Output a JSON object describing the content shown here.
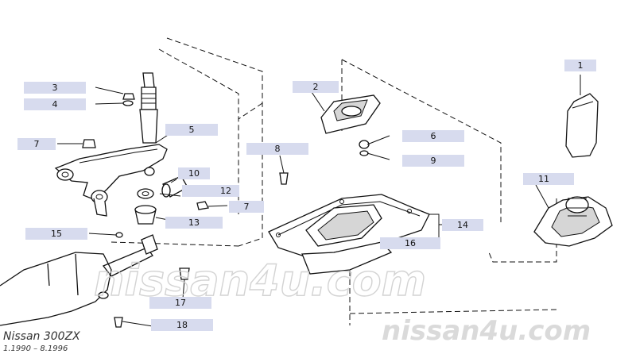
{
  "diagram": {
    "callouts": [
      {
        "id": "c1",
        "number": "1"
      },
      {
        "id": "c2",
        "number": "2"
      },
      {
        "id": "c3",
        "number": "3"
      },
      {
        "id": "c4",
        "number": "4"
      },
      {
        "id": "c5",
        "number": "5"
      },
      {
        "id": "c6",
        "number": "6"
      },
      {
        "id": "c7a",
        "number": "7"
      },
      {
        "id": "c7b",
        "number": "7"
      },
      {
        "id": "c8",
        "number": "8"
      },
      {
        "id": "c9",
        "number": "9"
      },
      {
        "id": "c10",
        "number": "10"
      },
      {
        "id": "c11",
        "number": "11"
      },
      {
        "id": "c12",
        "number": "12"
      },
      {
        "id": "c13",
        "number": "13"
      },
      {
        "id": "c14",
        "number": "14"
      },
      {
        "id": "c15",
        "number": "15"
      },
      {
        "id": "c16",
        "number": "16"
      },
      {
        "id": "c17",
        "number": "17"
      },
      {
        "id": "c18",
        "number": "18"
      }
    ],
    "label_color": "#d7dbee"
  },
  "caption": {
    "model": "Nissan 300ZX",
    "date_range": "1.1990 – 8.1996"
  },
  "watermark": {
    "text": "nissan4u.com"
  }
}
